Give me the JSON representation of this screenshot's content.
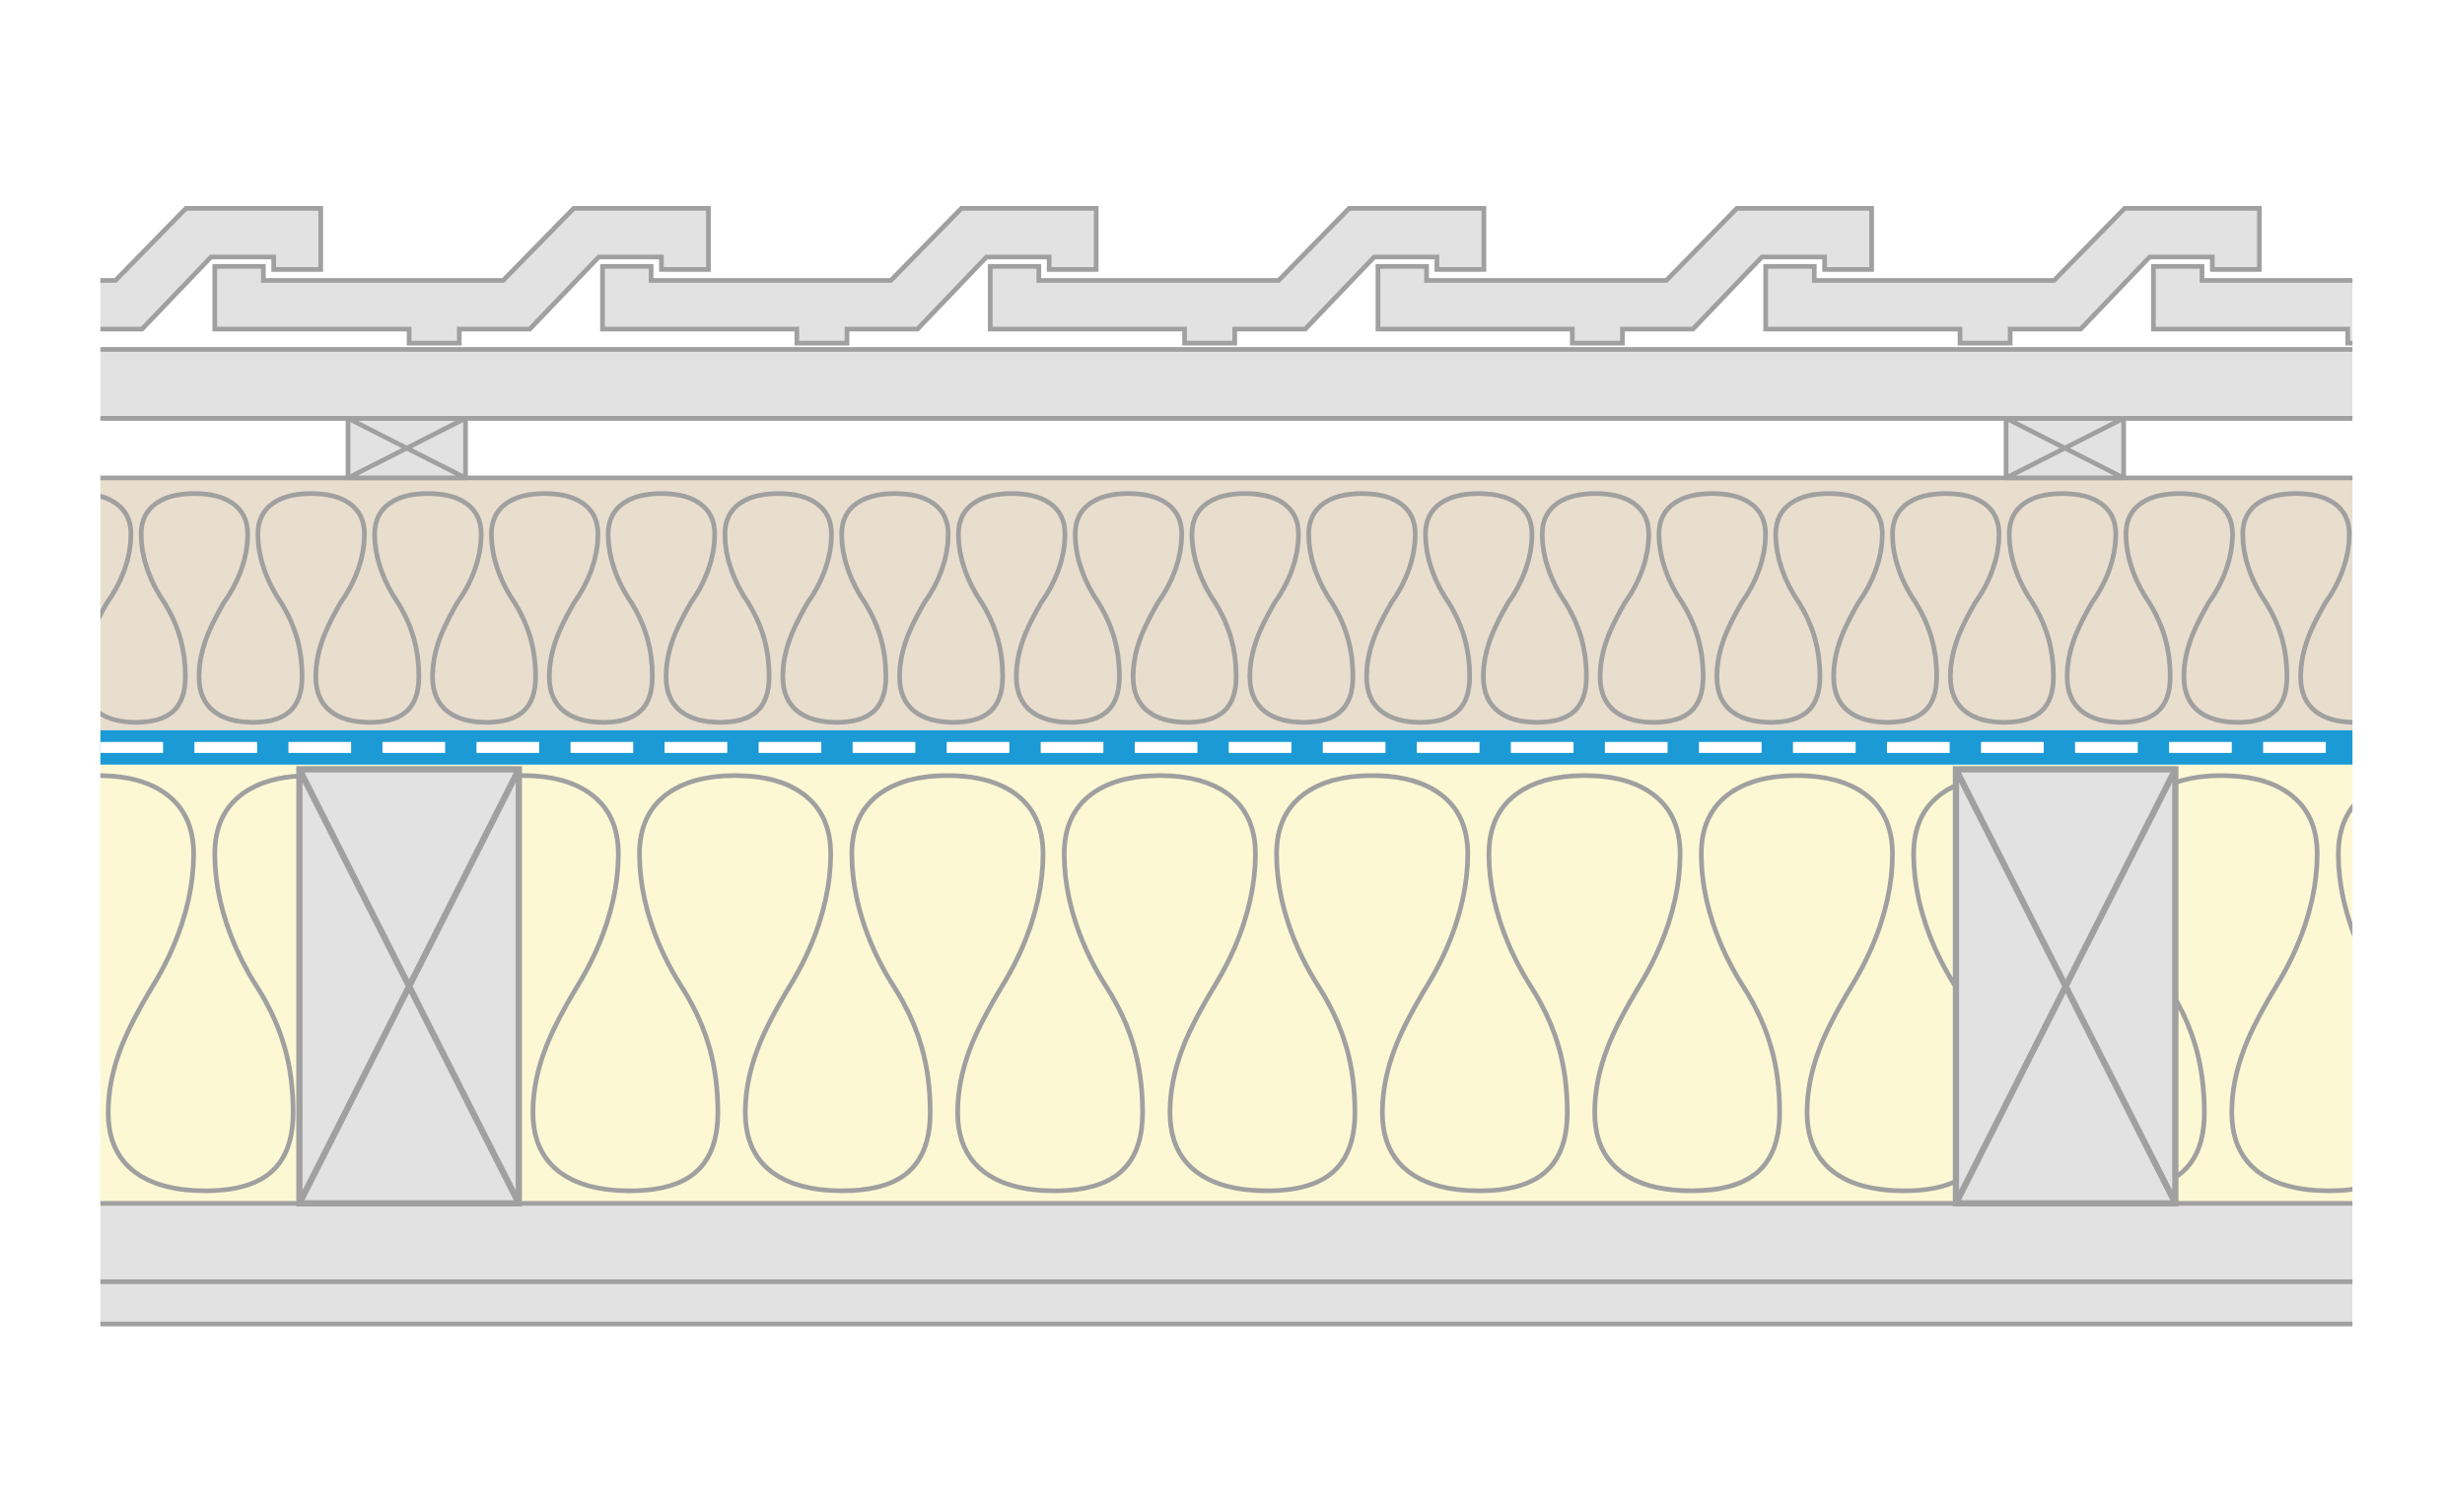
{
  "diagram": {
    "type": "roof-section",
    "colors": {
      "stroke": "#a0a0a0",
      "timber": "#e2e2e2",
      "upper_insulation": "#e8dece",
      "lower_insulation": "#fdf8d4",
      "membrane": "#1b9ad6",
      "membrane_dash": "#ffffff"
    },
    "tile_count": 7,
    "counter_batten_count": 2,
    "rafter_count": 2
  }
}
